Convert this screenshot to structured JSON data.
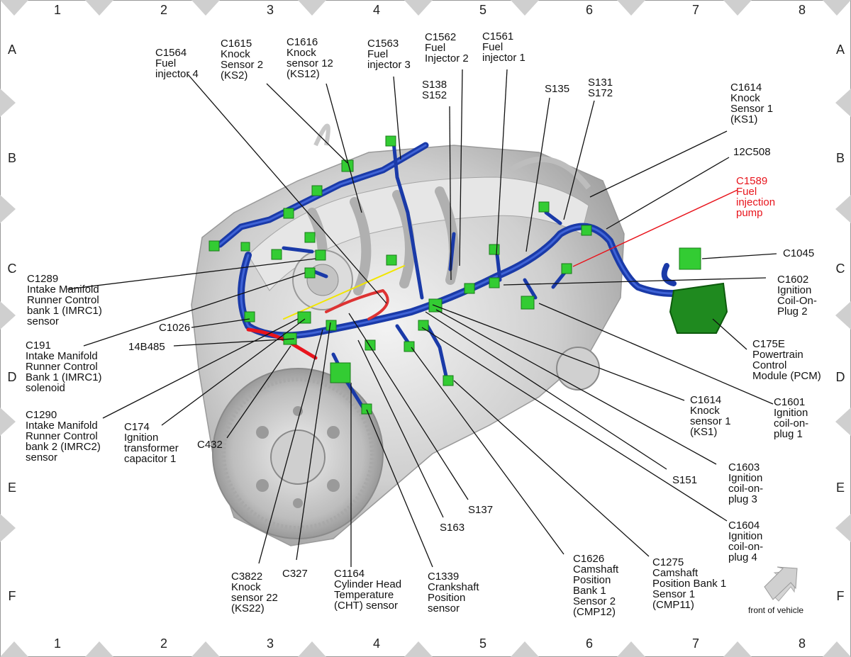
{
  "grid": {
    "columns": [
      "1",
      "2",
      "3",
      "4",
      "5",
      "6",
      "7",
      "8"
    ],
    "rows": [
      "A",
      "B",
      "C",
      "D",
      "E",
      "F"
    ]
  },
  "labels": {
    "c1564": "C1564\nFuel\ninjector 4",
    "c1615": "C1615\nKnock\nSensor 2\n(KS2)",
    "c1616": "C1616\nKnock\nsensor 12\n(KS12)",
    "c1563": "C1563\nFuel\ninjector 3",
    "c1562": "C1562\nFuel\nInjector 2",
    "c1561": "C1561\nFuel\ninjector 1",
    "s138": "S138\nS152",
    "s135": "S135",
    "s131": "S131\nS172",
    "c1614a": "C1614\nKnock\nSensor 1\n(KS1)",
    "c12c508": "12C508",
    "c1589": "C1589\nFuel\ninjection\npump",
    "c1045": "C1045",
    "c1602": "C1602\nIgnition\nCoil-On-\nPlug 2",
    "c175e": "C175E\nPowertrain\nControl\nModule (PCM)",
    "c1601": "C1601\nIgnition\ncoil-on-\nplug 1",
    "c1614b": "C1614\nKnock\nsensor 1\n(KS1)",
    "c1603": "C1603\nIgnition\ncoil-on-\nplug 3",
    "s151": "S151",
    "c1604": "C1604\nIgnition\ncoil-on-\nplug 4",
    "c1275": "C1275\nCamshaft\nPosition Bank 1\nSensor 1\n(CMP11)",
    "c1626": "C1626\nCamshaft\nPosition\nBank 1\nSensor 2\n(CMP12)",
    "s137": "S137",
    "s163": "S163",
    "c1339": "C1339\nCrankshaft\nPosition\nsensor",
    "c1164": "C1164\nCylinder Head\nTemperature\n(CHT) sensor",
    "c327": "C327",
    "c3822": "C3822\nKnock\nsensor 22\n(KS22)",
    "c432": "C432",
    "c174": "C174\nIgnition\ntransformer\ncapacitor 1",
    "c1290": "C1290\nIntake Manifold\nRunner Control\nbank 2 (IMRC2)\nsensor",
    "c191": "C191\nIntake Manifold\nRunner Control\nBank 1 (IMRC1)\nsolenoid",
    "c14b485": "14B485",
    "c1026": "C1026",
    "c1289": "C1289\nIntake Manifold\nRunner Control\nbank 1 (IMRC1)\nsensor",
    "front": "front of vehicle"
  },
  "colors": {
    "harness": "#1a3aa8",
    "harness_light": "#3f63d6",
    "connector": "#33cc33",
    "pcm": "#1f8a1f",
    "highlight": "#e8141c",
    "engine": "#d4d4d4",
    "frame_marker": "#cfcfcf"
  }
}
